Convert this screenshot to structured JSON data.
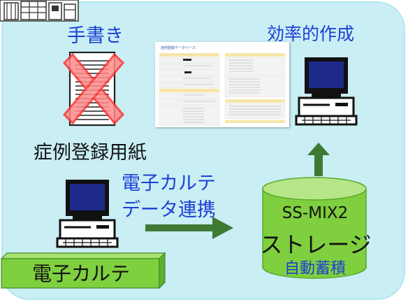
{
  "labels": {
    "handwritten": "手書き",
    "efficient": "効率的作成",
    "case_form": "症例登録用紙",
    "emr_link_line1": "電子カルテ",
    "emr_link_line2": "データ連携",
    "storage_name": "SS-MIX2",
    "storage_type": "ストレージ",
    "auto_accumulate": "自動蓄積",
    "emr": "電子カルテ"
  },
  "colors": {
    "panel_bg": "#c9eef4",
    "blue_text": "#1a3fd6",
    "arrow_green": "#3f7a35",
    "cylinder_green": "#7fcf3e",
    "emr_box": "#7ed03e",
    "cross_red": "#ff5c5c"
  },
  "icons": [
    "building-logo-icon",
    "computer-terminal-icon",
    "document-icon",
    "storage-cylinder-icon",
    "arrow-icon"
  ]
}
